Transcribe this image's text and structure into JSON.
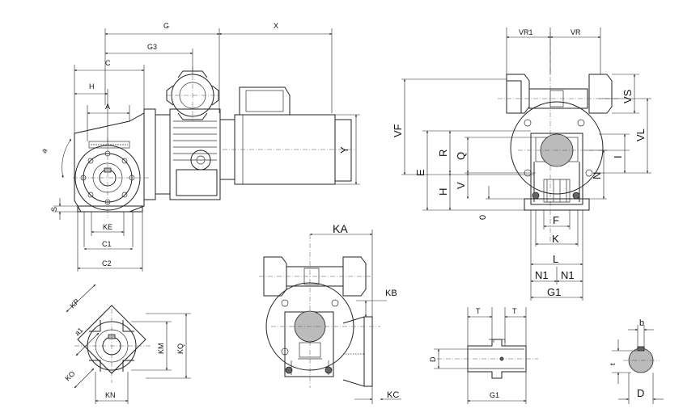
{
  "labels": {
    "G": "G",
    "X": "X",
    "G3": "G3",
    "C": "C",
    "H_top": "H",
    "A": "A",
    "a": "a",
    "Y": "Y",
    "S": "S",
    "KE": "KE",
    "C1": "C1",
    "C2": "C2",
    "VR1": "VR1",
    "VR": "VR",
    "VF": "VF",
    "VS": "VS",
    "VL": "VL",
    "E": "E",
    "R": "R",
    "Q": "Q",
    "I": "I",
    "N": "N",
    "H_right": "H",
    "V": "V",
    "zero": "0",
    "F": "F",
    "K": "K",
    "L": "L",
    "N1_left": "N1",
    "N1_right": "N1",
    "G1_right": "G1",
    "KA": "KA",
    "KB": "KB",
    "KC": "KC",
    "KP": "KP",
    "a1": "a1",
    "KM": "KM",
    "KQ": "KQ",
    "KO": "KO",
    "KN": "KN",
    "T_left": "T",
    "T_right": "T",
    "D_shaft": "D",
    "G1_shaft": "G1",
    "b": "b",
    "t": "t",
    "D_key": "D"
  }
}
